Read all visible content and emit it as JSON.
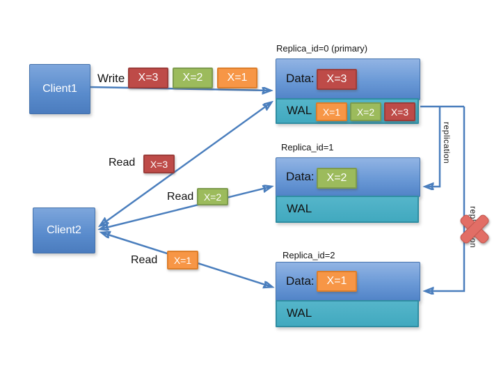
{
  "diagram": {
    "clients": [
      {
        "label": "Client1"
      },
      {
        "label": "Client2"
      }
    ],
    "write": {
      "label": "Write",
      "values": [
        "X=3",
        "X=2",
        "X=1"
      ]
    },
    "reads": [
      {
        "label": "Read",
        "value": "X=3"
      },
      {
        "label": "Read",
        "value": "X=2"
      },
      {
        "label": "Read",
        "value": "X=1"
      }
    ],
    "replicas": [
      {
        "title": "Replica_id=0 (primary)",
        "data_label": "Data:",
        "data_value": "X=3",
        "wal_label": "WAL",
        "wal_values": [
          "X=1",
          "X=2",
          "X=3"
        ]
      },
      {
        "title": "Replica_id=1",
        "data_label": "Data:",
        "data_value": "X=2",
        "wal_label": "WAL",
        "wal_values": []
      },
      {
        "title": "Replica_id=2",
        "data_label": "Data:",
        "data_value": "X=1",
        "wal_label": "WAL",
        "wal_values": []
      }
    ],
    "replication": {
      "labels": [
        "replication",
        "replication"
      ],
      "failure_icon": "red-x-icon"
    },
    "colors": {
      "value_x1_orange": "#F79646",
      "value_x2_green": "#9BBB59",
      "value_x3_red": "#BE4B48",
      "box_blue": "#5183C7",
      "wal_teal": "#45ACC3",
      "arrow_blue": "#4A7EBD",
      "failure_x_red": "#E26E66"
    }
  }
}
